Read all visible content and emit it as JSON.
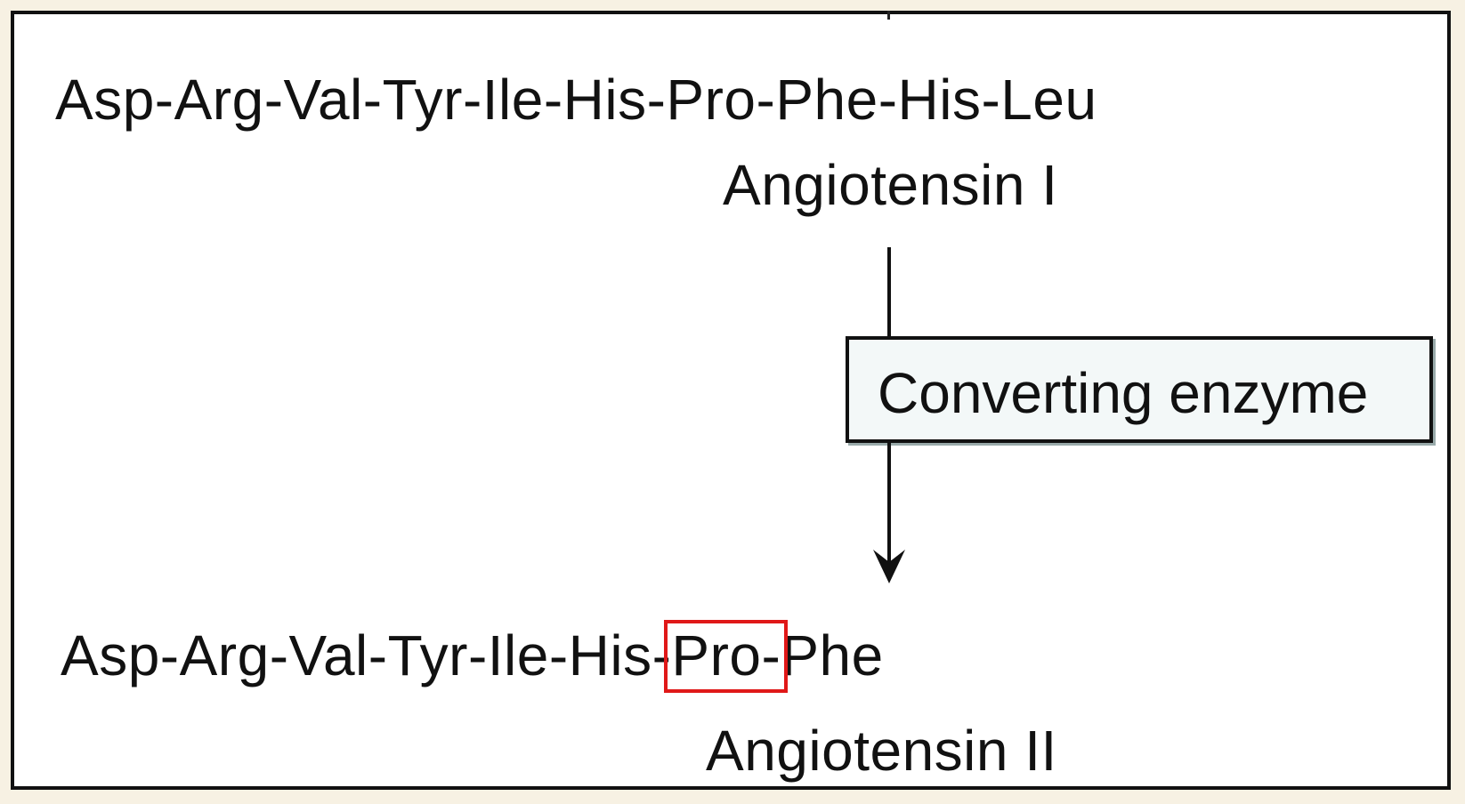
{
  "diagram": {
    "sequence_top": "Asp-Arg-Val-Tyr-Ile-His-Pro-Phe-His-Leu",
    "label_top": "Angiotensin I",
    "enzyme": "Converting enzyme",
    "sequence_bottom": {
      "before_box": "Asp-Arg-Val-Tyr-Ile-His-",
      "boxed": "Pro-",
      "after_box": "Phe"
    },
    "label_bottom": "Angiotensin II"
  },
  "colors": {
    "page_background": "#f7f1e3",
    "panel_background": "#ffffff",
    "highlight_box": "#e01818",
    "enzyme_box_fill": "#f3f8f8",
    "ink": "#111111"
  },
  "icons": {
    "arrow": "down-arrow-icon"
  }
}
